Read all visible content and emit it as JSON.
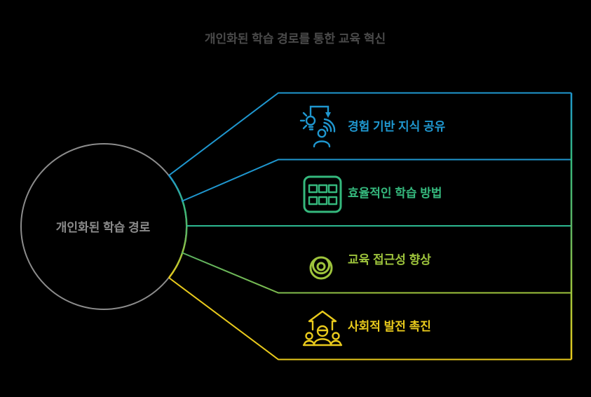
{
  "title": "개인화된 학습 경로를 통한 교육 혁신",
  "center": {
    "label": "개인화된 학습 경로"
  },
  "branches": [
    {
      "label": "경험 기반 지식 공유",
      "icon": "experience-knowledge-share-icon",
      "color": "#1f97cf"
    },
    {
      "label": "효율적인 학습 방법",
      "icon": "table-grid-icon",
      "color": "#35b87d"
    },
    {
      "label": "교육 접근성 향상",
      "icon": "open-lock-icon",
      "color": "#9ec43c"
    },
    {
      "label": "사회적 발전 촉진",
      "icon": "people-growth-arrow-icon",
      "color": "#e9ca1c"
    }
  ],
  "colors": {
    "blue": "#1f97cf",
    "green": "#35b87d",
    "teal": "#2db891",
    "lime": "#9ec43c",
    "lime_mid": "#5cb463",
    "yellow": "#e9ca1c",
    "circle_gray": "#8c8c8c",
    "title_gray": "#4a4a4a",
    "background": "#000000"
  }
}
